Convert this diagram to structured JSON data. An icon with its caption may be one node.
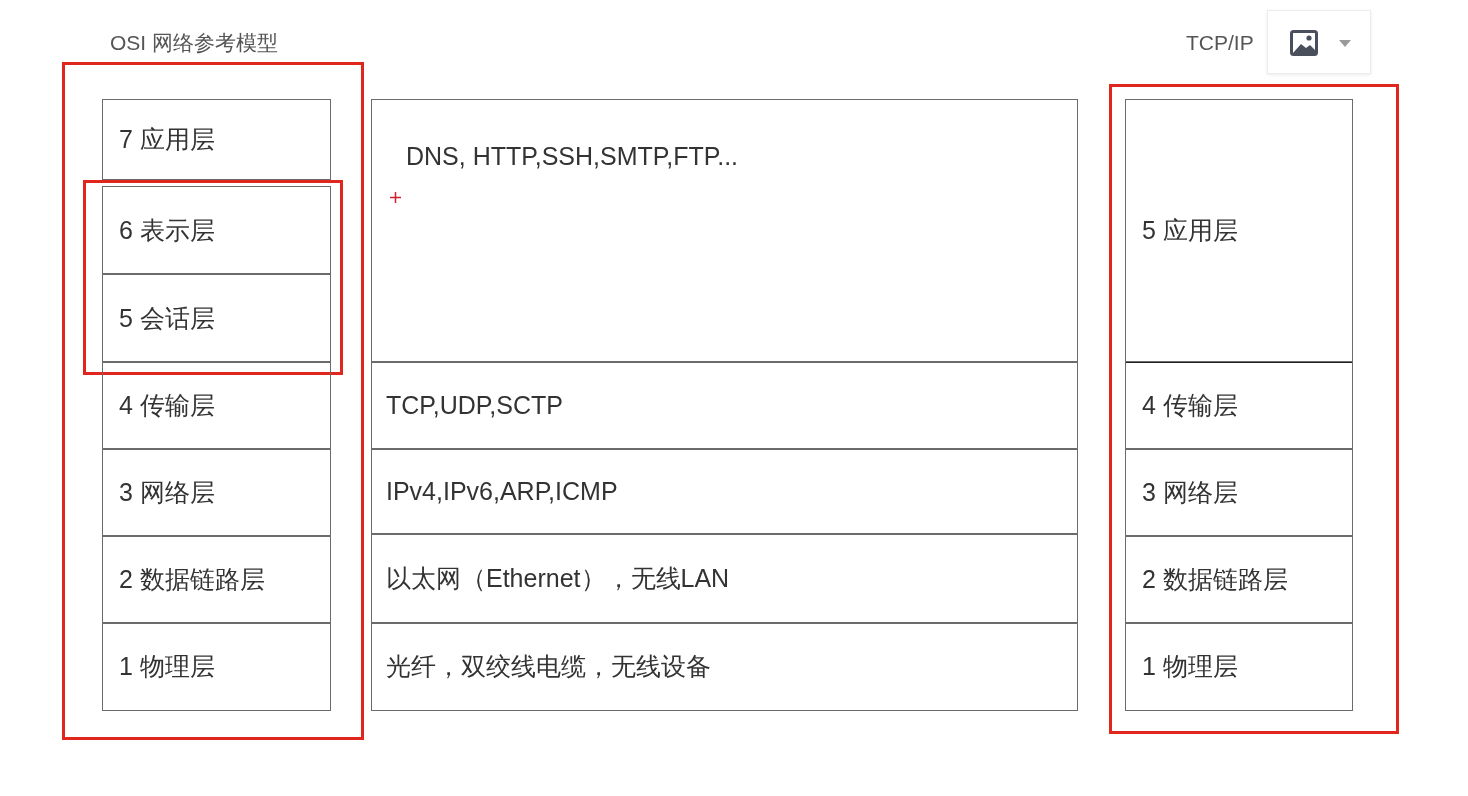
{
  "diagram": {
    "nodes": [
      {
        "text": [
          "OSI 网络参考模型"
        ]
      },
      {
        "text": [
          "7 应用层"
        ],
        "in": 0
      },
      {
        "text": [],
        "shape": "box",
        "in": 0
      },
      {
        "text": [
          "6 表示层"
        ],
        "in": 2
      },
      {
        "text": [
          "5 会话层"
        ],
        "in": 2
      },
      {
        "text": [
          "4 传输层"
        ],
        "in": 0
      },
      {
        "text": [
          "3 网络层"
        ],
        "in": 0
      },
      {
        "text": [
          "2 数据链路层"
        ],
        "in": 0
      },
      {
        "text": [
          "1 物理层"
        ],
        "in": 0
      },
      {
        "text": [
          "DNS, HTTP,SSH,SMTP,FTP..."
        ]
      },
      {
        "text": [
          "TCP,UDP,SCTP"
        ]
      },
      {
        "text": [
          "IPv4,IPv6,ARP,ICMP"
        ]
      },
      {
        "text": [
          "以太网（Ethernet），无线LAN"
        ]
      },
      {
        "text": [
          "光纤，双绞线电缆，无线设备"
        ]
      },
      {
        "text": [
          "TCP/IP"
        ]
      },
      {
        "text": [
          "5 应用层"
        ],
        "in": 14
      },
      {
        "text": [
          "4 传输层"
        ],
        "in": 14
      },
      {
        "text": [
          "3 网络层"
        ],
        "in": 14
      },
      {
        "text": [
          "2 数据链路层"
        ],
        "in": 14
      },
      {
        "text": [
          "1 物理层"
        ],
        "in": 14
      }
    ]
  }
}
